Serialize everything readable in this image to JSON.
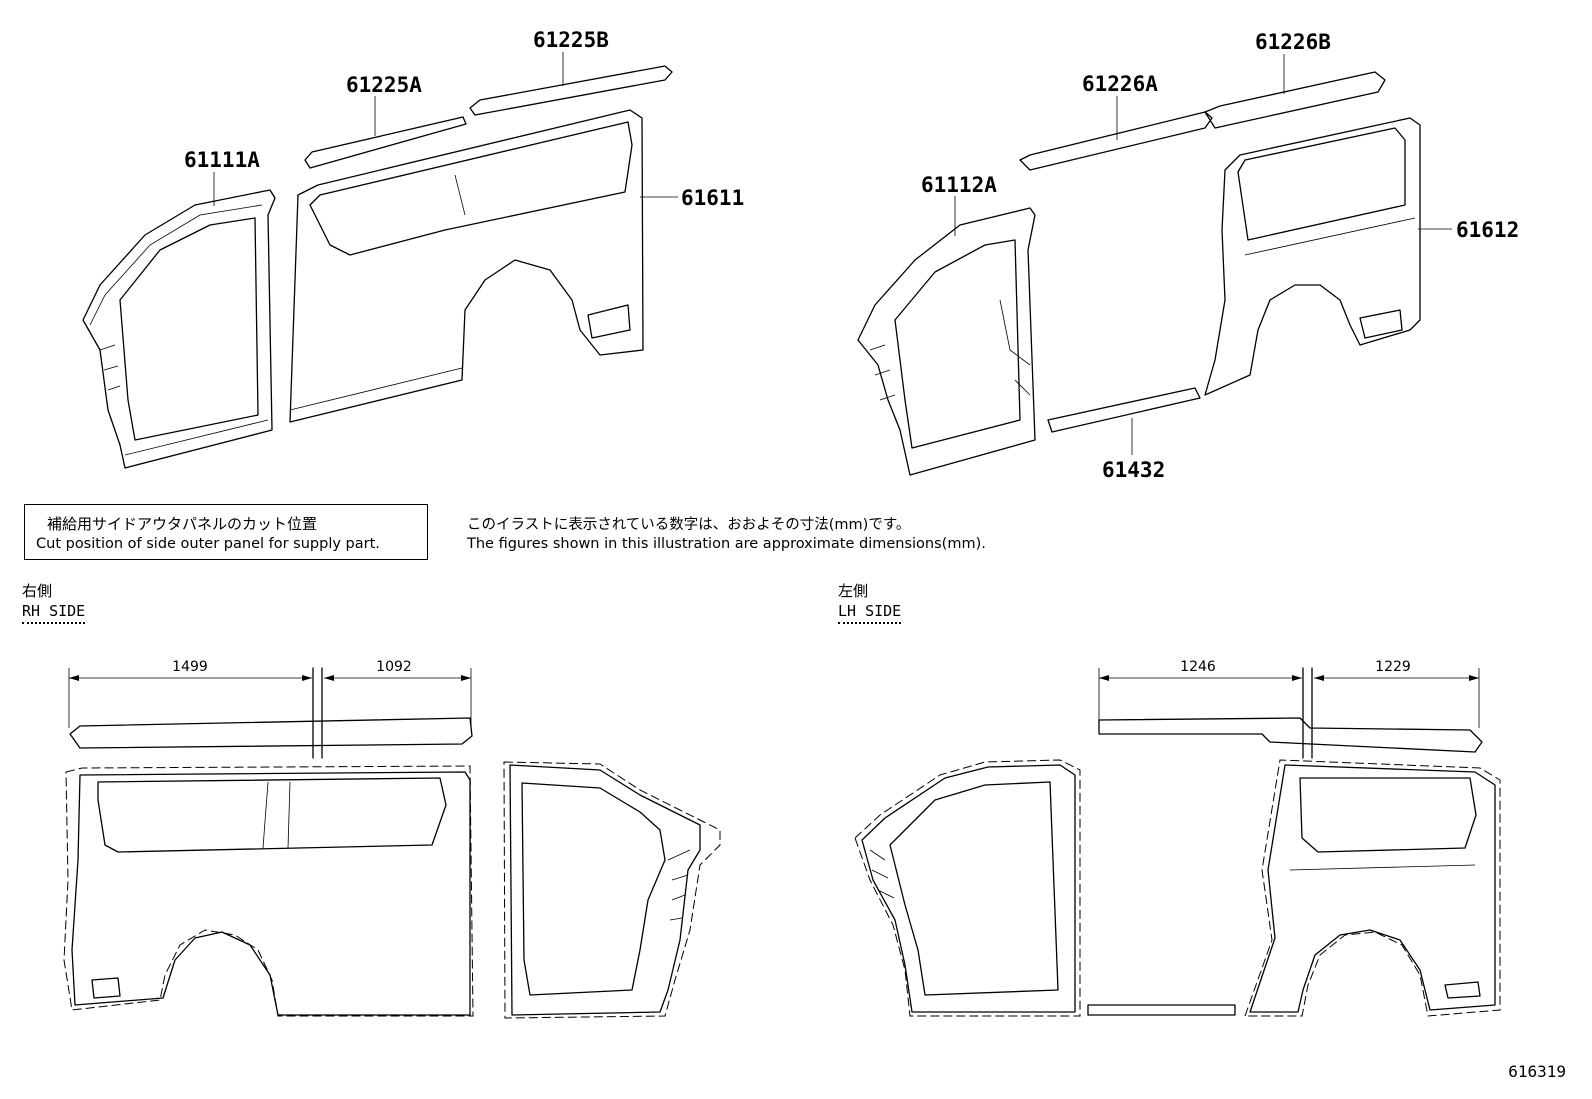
{
  "parts": {
    "p61111A": "61111A",
    "p61225A": "61225A",
    "p61225B": "61225B",
    "p61611": "61611",
    "p61112A": "61112A",
    "p61226A": "61226A",
    "p61226B": "61226B",
    "p61612": "61612",
    "p61432": "61432"
  },
  "note": {
    "jp": "補給用サイドアウタパネルのカット位置",
    "en": "Cut position of side outer panel for supply part."
  },
  "info": {
    "jp": "このイラストに表示されている数字は、おおよその寸法(mm)です。",
    "en": "The figures shown in this illustration are approximate dimensions(mm)."
  },
  "rh": {
    "jp": "右側",
    "en": "RH SIDE",
    "dim1": "1499",
    "dim2": "1092"
  },
  "lh": {
    "jp": "左側",
    "en": "LH SIDE",
    "dim1": "1246",
    "dim2": "1229"
  },
  "figure_code": "616319"
}
